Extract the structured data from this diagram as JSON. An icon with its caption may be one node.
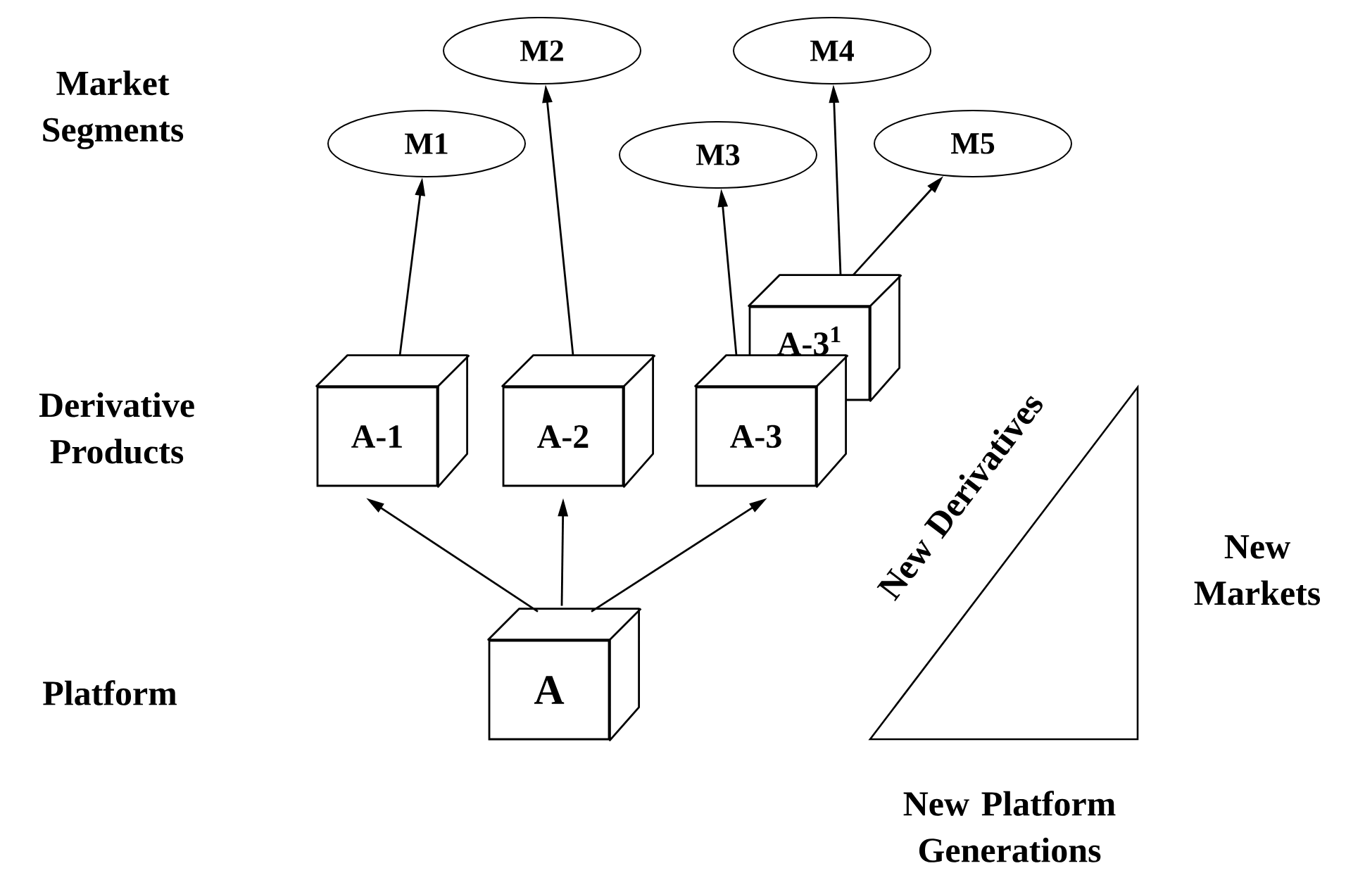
{
  "diagram": {
    "nodes": [
      {
        "text": [
          "A"
        ]
      },
      {
        "text": [
          "A-1"
        ]
      },
      {
        "text": [
          "A-2"
        ]
      },
      {
        "text": [
          "A-3"
        ]
      },
      {
        "text": [
          "A-3$^{1}$"
        ]
      },
      {
        "text": [
          "M1"
        ]
      },
      {
        "text": [
          "M2"
        ]
      },
      {
        "text": [
          "M3"
        ]
      },
      {
        "text": [
          "M4"
        ]
      },
      {
        "text": [
          "M5"
        ]
      }
    ],
    "edges": [
      {
        "from": 0,
        "to": 1,
        "arrow": "to"
      },
      {
        "from": 0,
        "to": 2,
        "arrow": "to"
      },
      {
        "from": 0,
        "to": 3,
        "arrow": "to"
      },
      {
        "from": 1,
        "to": 5,
        "arrow": "to"
      },
      {
        "from": 2,
        "to": 6,
        "arrow": "to"
      },
      {
        "from": 3,
        "to": 7,
        "arrow": "to"
      },
      {
        "from": 4,
        "to": 8,
        "arrow": "to"
      },
      {
        "from": 4,
        "to": 9,
        "arrow": "to"
      }
    ],
    "labels": [
      "Market Segments",
      "Derivative Products",
      "Platform",
      "New Derivatives",
      "New Markets",
      "New Platform Generations"
    ]
  }
}
